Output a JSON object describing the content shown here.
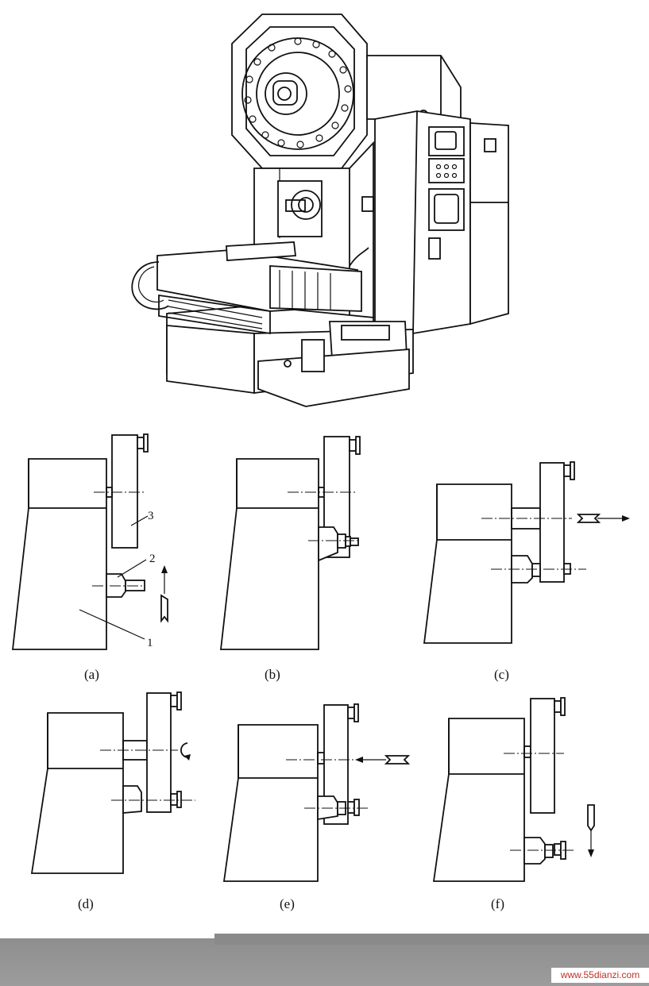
{
  "figure": {
    "panel_labels": [
      "(a)",
      "(b)",
      "(c)",
      "(d)",
      "(e)",
      "(f)"
    ],
    "part_numbers": [
      "1",
      "2",
      "3"
    ]
  },
  "footer": {
    "watermark": "www.55dianzi.com"
  },
  "colors": {
    "ink": "#111111",
    "footer_gray": "#999999",
    "watermark_red": "#c0302a"
  }
}
